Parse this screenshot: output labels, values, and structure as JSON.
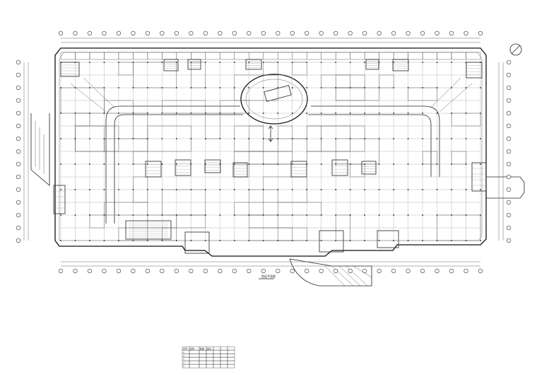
{
  "drawing": {
    "title": "首层平面图",
    "legend_rows": [
      [
        "序号",
        "名称",
        "数量",
        "备注",
        "",
        "",
        ""
      ],
      [
        "1",
        "",
        "",
        "",
        "",
        "",
        ""
      ],
      [
        "2",
        "",
        "",
        "",
        "",
        "",
        ""
      ],
      [
        "3",
        "",
        "",
        "",
        "",
        "",
        ""
      ],
      [
        "4",
        "",
        "",
        "",
        "",
        "",
        ""
      ],
      [
        "5",
        "",
        "",
        "",
        "",
        "",
        ""
      ]
    ]
  },
  "axes": {
    "top_count": 30,
    "bottom_count": 30,
    "left_count": 15,
    "right_count": 15
  },
  "colors": {
    "line": "#222222",
    "background": "#ffffff"
  }
}
